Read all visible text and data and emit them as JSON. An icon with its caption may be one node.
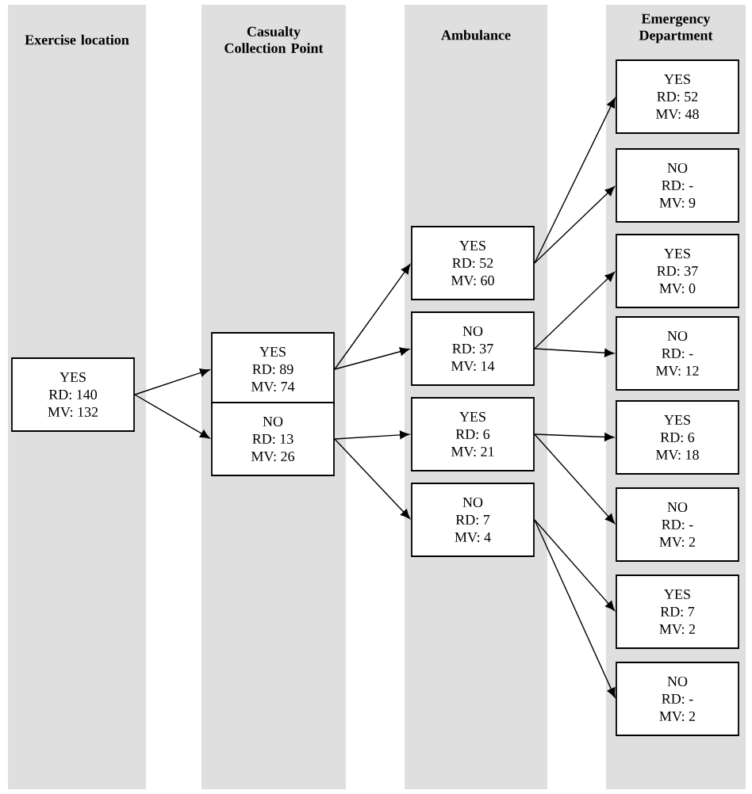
{
  "diagram": {
    "nodes": [
      {
        "text": [
          "Exercise location"
        ]
      },
      {
        "text": [
          "Casualty Collection Point"
        ]
      },
      {
        "text": [
          "Ambulance"
        ]
      },
      {
        "text": [
          "Emergency Department"
        ]
      },
      {
        "text": [
          "YES",
          "RD: 140",
          "MV: 132"
        ],
        "in": 0
      },
      {
        "text": [
          "YES",
          "RD: 89",
          "MV: 74"
        ],
        "in": 1
      },
      {
        "text": [
          "NO",
          "RD: 13",
          "MV: 26"
        ],
        "in": 1
      },
      {
        "text": [
          "YES",
          "RD: 52",
          "MV: 60"
        ],
        "in": 2
      },
      {
        "text": [
          "NO",
          "RD: 37",
          "MV: 14"
        ],
        "in": 2
      },
      {
        "text": [
          "YES",
          "RD: 6",
          "MV: 21"
        ],
        "in": 2
      },
      {
        "text": [
          "NO",
          "RD: 7",
          "MV: 4"
        ],
        "in": 2
      },
      {
        "text": [
          "YES",
          "RD: 52",
          "MV: 48"
        ],
        "in": 3
      },
      {
        "text": [
          "NO",
          "RD: -",
          "MV: 9"
        ],
        "in": 3
      },
      {
        "text": [
          "YES",
          "RD: 37",
          "MV: 0"
        ],
        "in": 3
      },
      {
        "text": [
          "NO",
          "RD: -",
          "MV: 12"
        ],
        "in": 3
      },
      {
        "text": [
          "YES",
          "RD: 6",
          "MV: 18"
        ],
        "in": 3
      },
      {
        "text": [
          "NO",
          "RD: -",
          "MV: 2"
        ],
        "in": 3
      },
      {
        "text": [
          "YES",
          "RD: 7",
          "MV: 2"
        ],
        "in": 3
      },
      {
        "text": [
          "NO",
          "RD: -",
          "MV: 2"
        ],
        "in": 3
      }
    ],
    "edges": [
      {
        "from": 4,
        "to": 5,
        "arrow": "to"
      },
      {
        "from": 4,
        "to": 6,
        "arrow": "to"
      },
      {
        "from": 5,
        "to": 7,
        "arrow": "to"
      },
      {
        "from": 5,
        "to": 8,
        "arrow": "to"
      },
      {
        "from": 6,
        "to": 9,
        "arrow": "to"
      },
      {
        "from": 6,
        "to": 10,
        "arrow": "to"
      },
      {
        "from": 7,
        "to": 11,
        "arrow": "to"
      },
      {
        "from": 7,
        "to": 12,
        "arrow": "to"
      },
      {
        "from": 8,
        "to": 13,
        "arrow": "to"
      },
      {
        "from": 8,
        "to": 14,
        "arrow": "to"
      },
      {
        "from": 9,
        "to": 15,
        "arrow": "to"
      },
      {
        "from": 9,
        "to": 16,
        "arrow": "to"
      },
      {
        "from": 10,
        "to": 17,
        "arrow": "to"
      },
      {
        "from": 10,
        "to": 18,
        "arrow": "to"
      }
    ]
  }
}
